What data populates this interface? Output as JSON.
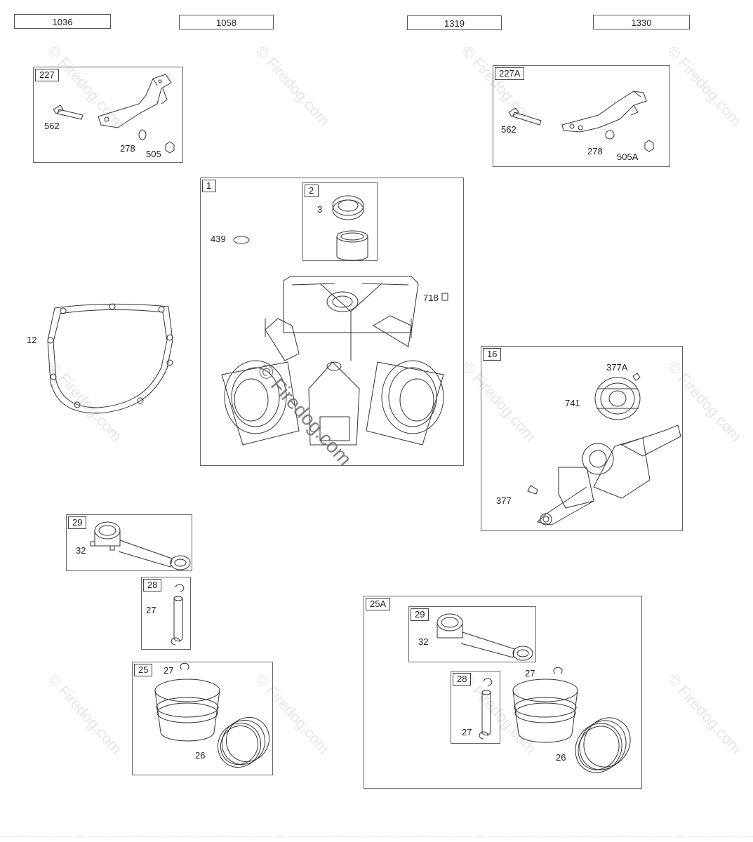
{
  "reference_numbers": [
    "1036",
    "1058",
    "1319",
    "1330"
  ],
  "watermark": {
    "text": "© Firedog.com",
    "main_text": "© Firedog.com"
  },
  "panels": {
    "p227": {
      "tag": "227",
      "labels": [
        "562",
        "278",
        "505"
      ]
    },
    "p227a": {
      "tag": "227A",
      "labels": [
        "562",
        "278",
        "505A"
      ]
    },
    "p1": {
      "tag": "1",
      "labels": [
        "439",
        "718"
      ]
    },
    "p2": {
      "tag": "2",
      "labels": [
        "3"
      ]
    },
    "p12": {
      "labels": [
        "12"
      ]
    },
    "p16": {
      "tag": "16",
      "labels": [
        "377A",
        "741",
        "377"
      ]
    },
    "p29": {
      "tag": "29",
      "labels": [
        "32"
      ]
    },
    "p28": {
      "tag": "28",
      "labels": [
        "27"
      ]
    },
    "p25": {
      "tag": "25",
      "labels": [
        "27",
        "26"
      ]
    },
    "p25a": {
      "tag": "25A"
    },
    "p25a_29": {
      "tag": "29",
      "labels": [
        "32"
      ]
    },
    "p25a_28": {
      "tag": "28",
      "labels": [
        "27"
      ]
    },
    "p25a_piston": {
      "labels": [
        "27",
        "26"
      ]
    }
  }
}
